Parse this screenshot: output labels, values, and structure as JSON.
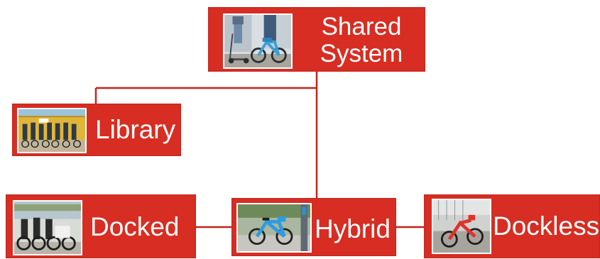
{
  "diagram": {
    "accent_color": "#d72d22",
    "line_color": "#c3241c",
    "nodes": {
      "shared": {
        "label": "Shared\nSystem",
        "image": "scooter-and-bike-photo"
      },
      "library": {
        "label": "Library",
        "image": "group-with-bikes-photo"
      },
      "docked": {
        "label": "Docked",
        "image": "docked-bikes-photo"
      },
      "hybrid": {
        "label": "Hybrid",
        "image": "blue-bike-at-dock-photo"
      },
      "dockless": {
        "label": "Dockless",
        "image": "red-dockless-bike-photo"
      }
    },
    "edges": [
      {
        "from": "shared",
        "to": "library"
      },
      {
        "from": "shared",
        "to": "hybrid"
      },
      {
        "from": "docked",
        "to": "hybrid"
      },
      {
        "from": "hybrid",
        "to": "dockless"
      }
    ]
  }
}
